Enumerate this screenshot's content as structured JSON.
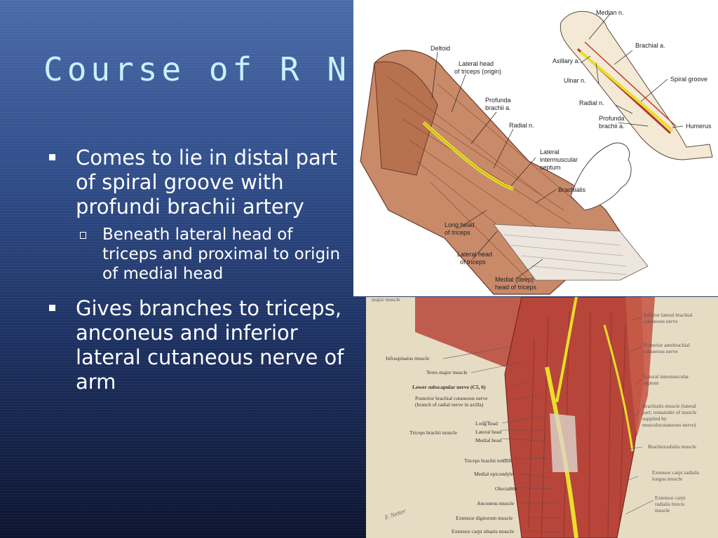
{
  "slide": {
    "title": "Course of R N",
    "bullets": [
      {
        "text": "Comes to lie in distal part of spiral groove with profundi brachii artery"
      },
      {
        "text": "Beneath lateral head of triceps and proximal to origin of medial head"
      },
      {
        "text": "Gives branches to triceps, anconeus and inferior lateral cutaneous nerve of arm"
      }
    ]
  },
  "figure_top": {
    "labels": {
      "median_n": "Median n.",
      "brachial_a": "Brachial a.",
      "axillary_a": "Axillary a.",
      "ulnar_n": "Ulnar n.",
      "spiral_groove": "Spiral groove",
      "radial_n_inset": "Radial n.",
      "profunda_inset_1": "Profunda",
      "profunda_inset_2": "brachii a.",
      "humerus": "Humerus",
      "deltoid": "Deltoid",
      "lateral_head_origin_1": "Lateral head",
      "lateral_head_origin_2": "of triceps (origin)",
      "profunda_main_1": "Profunda",
      "profunda_main_2": "brachii a.",
      "radial_n_main": "Radial n.",
      "lis_1": "Lateral",
      "lis_2": "intermuscular",
      "lis_3": "septum",
      "brachialis": "Brachialis",
      "long_head_1": "Long head",
      "long_head_2": "of triceps",
      "lateral_head_1": "Lateral head",
      "lateral_head_2": "of triceps",
      "medial_head_1": "Medial (deep)",
      "medial_head_2": "head of triceps"
    }
  },
  "figure_bottom": {
    "labels": {
      "major_muscle": "major muscle",
      "infraspinatus": "Infraspinatus muscle",
      "teres_major": "Teres major muscle",
      "lower_subscap": "Lower subscapular nerve (C5, 6)",
      "post_brachial_1": "Posterior brachial cutaneous nerve",
      "post_brachial_2": "(branch of radial nerve in axilla)",
      "long_head": "Long head",
      "triceps_brachii": "Triceps brachii muscle",
      "lateral_head": "Lateral head",
      "medial_head": "Medial head",
      "triceps_tendon": "Triceps brachii tendon",
      "medial_epicondyle": "Medial epicondyle",
      "olecranon": "Olecranon",
      "anconeus": "Anconeus muscle",
      "ext_digitorum": "Extensor digitorum muscle",
      "ext_carpi_ulnaris": "Extensor carpi ulnaris muscle",
      "inf_lat_brachial_1": "Inferior lateral brachial",
      "inf_lat_brachial_2": "cutaneous nerve",
      "post_antebrachial_1": "Posterior antebrachial",
      "post_antebrachial_2": "cutaneous nerve",
      "lat_intermuscular_1": "Lateral intermuscular",
      "lat_intermuscular_2": "septum",
      "brachialis_1": "Brachialis muscle (lateral",
      "brachialis_2": "part; remainder of muscle",
      "brachialis_3": "supplied by",
      "brachialis_4": "musculocutaneous nerve)",
      "brachioradialis": "Brachioradialis muscle",
      "ecrl_1": "Extensor carpi radialis",
      "ecrl_2": "longus muscle",
      "ecrb_1": "Extensor carpi",
      "ecrb_2": "radialis brevis",
      "ecrb_3": "muscle",
      "signature": "F. Netter"
    }
  },
  "colors": {
    "title": "#c6f2ff",
    "text": "#ffffff",
    "bg_top": "#4a6aa8",
    "bg_bottom": "#0c1430",
    "muscle": "#c98a6a",
    "nerve": "#e8df2a"
  }
}
